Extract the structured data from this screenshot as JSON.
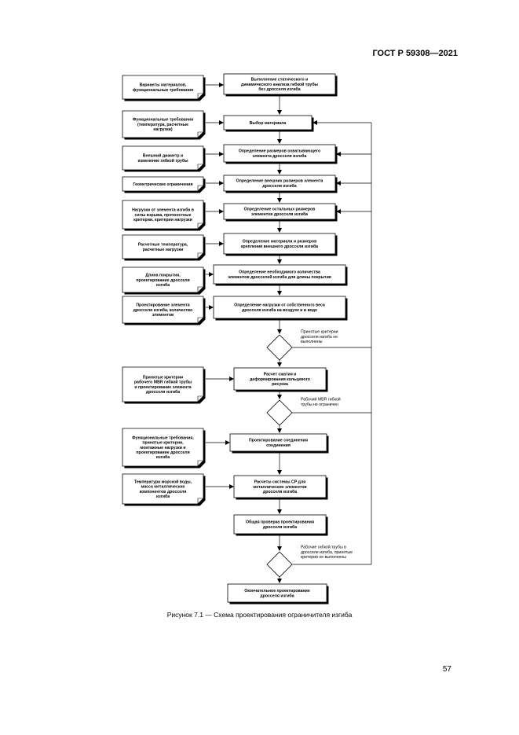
{
  "header": {
    "doc_id": "ГОСТ Р 59308—2021"
  },
  "figure": {
    "caption": "Рисунок 7.1 — Схема проектирования ограничителя изгиба"
  },
  "page": {
    "number": "57"
  },
  "flow": {
    "p1": [
      "Выполнение статического и",
      "динамического анализа гибкой трубы",
      "без дросселя изгиба"
    ],
    "p2": [
      "Выбор материала"
    ],
    "p3": [
      "Определение  размеров охватывающего",
      "элемента дросселя изгиба"
    ],
    "p4": [
      "Определение внешних размеров элемента",
      "дросселя изгиба"
    ],
    "p5": [
      "Определение остальных размеров",
      "элементов дросселя изгиба"
    ],
    "p6": [
      "Определение материала и размеров",
      "крепления внешнего дросселя изгиба"
    ],
    "p7": [
      "Определение необходимого количества",
      "элементов дросселей изгиба для длины покрытия"
    ],
    "p8": [
      "Определение нагрузки от собственного веса",
      "дросселя изгиба на воздухе и в воде"
    ],
    "p9": [
      "Расчет сжатия и",
      "деформирования кольцевого",
      "рисунка"
    ],
    "p10": [
      "Проектирование соединения",
      "соединения"
    ],
    "p11": [
      "Расчеты системы СР для",
      "металлических элементов",
      "дросселя изгиба"
    ],
    "p12": [
      "Общая проверка проектирования",
      "дросселя изгиба"
    ],
    "p13": [
      "Окончательное проектирование",
      "дросселя изгиба"
    ],
    "i1": [
      "Варианты материалов,",
      "функциональные требования"
    ],
    "i2": [
      "Функциональные требования",
      "(температура, расчетные",
      "нагрузки)"
    ],
    "i3": [
      "Внешний диаметр и",
      "изменение гибкой трубы"
    ],
    "i4": [
      "Геометрические ограничения"
    ],
    "i5": [
      "Нагрузки от элемента изгиба в",
      "силы взрыва, прочностные",
      "критерии, критерии нагрузки"
    ],
    "i6": [
      "Расчетные температура,",
      "расчетные нагрузки"
    ],
    "i7": [
      "Длина покрытия,",
      "проектирование дросселя",
      "изгиба"
    ],
    "i8": [
      "Проектирование элемента",
      "дросселя изгиба, количество",
      "элементов"
    ],
    "i9": [
      "Принятые критерии",
      "рабочего MBR гибкой трубы",
      "и проектирование элемента",
      "дросселя изгиба"
    ],
    "i10": [
      "Функциональные требования,",
      "принятые критерии,",
      "монтажные нагрузки и",
      "проектирование дросселя",
      "изгиба"
    ],
    "i11": [
      "Температура морской воды,",
      "масса металлических",
      "компонентов дросселя",
      "изгиба"
    ],
    "d1": [
      "Принятые критерии",
      "дросселя изгиба не",
      "выполнены"
    ],
    "d2": [
      "Рабочий MBR гибкой",
      "трубы не ограничен"
    ],
    "d3": [
      "Рабочие гибкой трубы в",
      "дросселе изгиба, принятые",
      "критерии не выполнены"
    ]
  }
}
